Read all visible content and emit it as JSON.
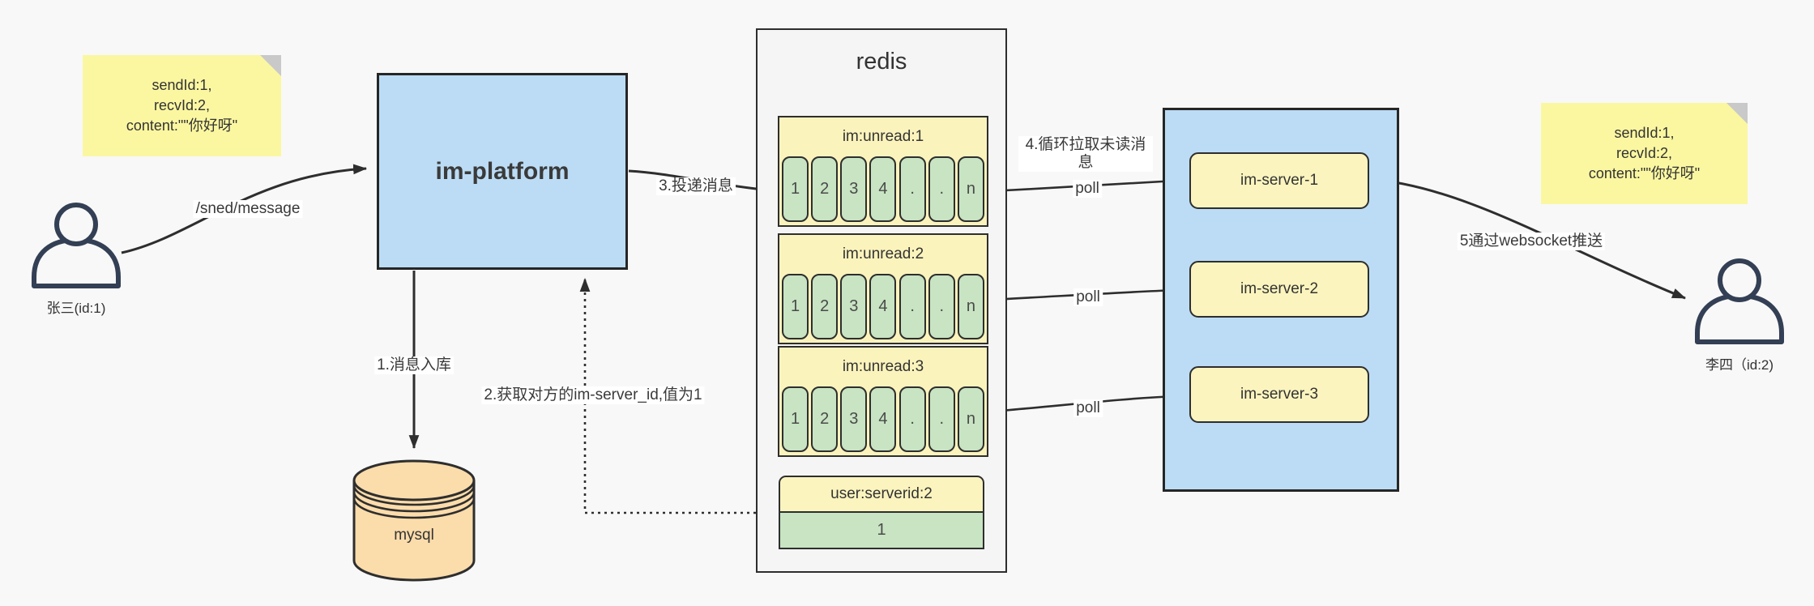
{
  "colors": {
    "background": "#f8f8f8",
    "container_blue": "#bcdcf5",
    "note_yellow": "#fbf7a1",
    "note_fold_gray": "#c9c9c9",
    "pale_yellow": "#fbf4be",
    "queue_yellow": "#fbf3bc",
    "cell_green": "#c8e4c3",
    "db_orange": "#fbdcab",
    "border_dark": "#2e2e2e",
    "redis_fill": "#f5f5f5"
  },
  "actors": {
    "sender": {
      "label": "张三(id:1)"
    },
    "receiver": {
      "label": "李四（id:2)"
    }
  },
  "notes": {
    "left": {
      "line1": "sendId:1,",
      "line2": "recvId:2,",
      "line3": "content:\"\"你好呀\""
    },
    "right": {
      "line1": "sendId:1,",
      "line2": "recvId:2,",
      "line3": "content:\"\"你好呀\""
    }
  },
  "platform": {
    "label": "im-platform"
  },
  "database": {
    "label": "mysql"
  },
  "redis": {
    "title": "redis",
    "queues": [
      {
        "title": "im:unread:1",
        "cells": [
          "1",
          "2",
          "3",
          "4",
          ".",
          ".",
          "n"
        ]
      },
      {
        "title": "im:unread:2",
        "cells": [
          "1",
          "2",
          "3",
          "4",
          ".",
          ".",
          "n"
        ]
      },
      {
        "title": "im:unread:3",
        "cells": [
          "1",
          "2",
          "3",
          "4",
          ".",
          ".",
          "n"
        ]
      }
    ],
    "mapping": {
      "key": "user:serverid:2",
      "value": "1"
    }
  },
  "servers": {
    "items": [
      {
        "label": "im-server-1"
      },
      {
        "label": "im-server-2"
      },
      {
        "label": "im-server-3"
      }
    ]
  },
  "edges": {
    "send": {
      "label": "/sned/message"
    },
    "store": {
      "label": "1.消息入库"
    },
    "lookup": {
      "label": "2.获取对方的im-server_id,值为1"
    },
    "deliver": {
      "label": "3.投递消息"
    },
    "pull": {
      "label": "4.循环拉取未读消息"
    },
    "poll_1": {
      "label": "poll"
    },
    "poll_2": {
      "label": "poll"
    },
    "poll_3": {
      "label": "poll"
    },
    "push": {
      "label": "5通过websocket推送"
    }
  }
}
